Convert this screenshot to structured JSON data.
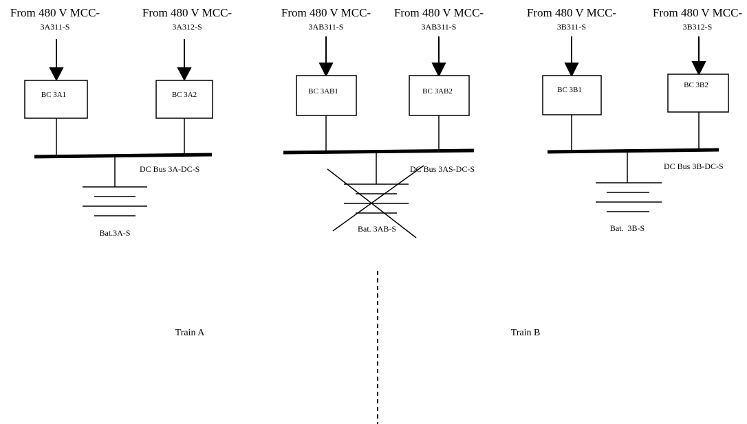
{
  "sources": [
    {
      "title": "From 480 V MCC-",
      "id": "3A311-S"
    },
    {
      "title": "From 480 V MCC-",
      "id": "3A312-S"
    },
    {
      "title": "From 480 V MCC-",
      "id": "3AB311-S"
    },
    {
      "title": "From 480 V MCC-",
      "id": "3AB311-S"
    },
    {
      "title": "From 480 V MCC-",
      "id": "3B311-S"
    },
    {
      "title": "From 480 V MCC-",
      "id": "3B312-S"
    }
  ],
  "chargers": [
    "BC 3A1",
    "BC 3A2",
    "BC 3AB1",
    "BC 3AB2",
    "BC 3B1",
    "BC 3B2"
  ],
  "buses": [
    "DC Bus 3A-DC-S",
    "DC Bus 3AS-DC-S",
    "DC Bus 3B-DC-S"
  ],
  "batteries": [
    "Bat.3A-S",
    "Bat. 3AB-S",
    "Bat.  3B-S"
  ],
  "trains": {
    "a": "Train A",
    "b": "Train B"
  }
}
